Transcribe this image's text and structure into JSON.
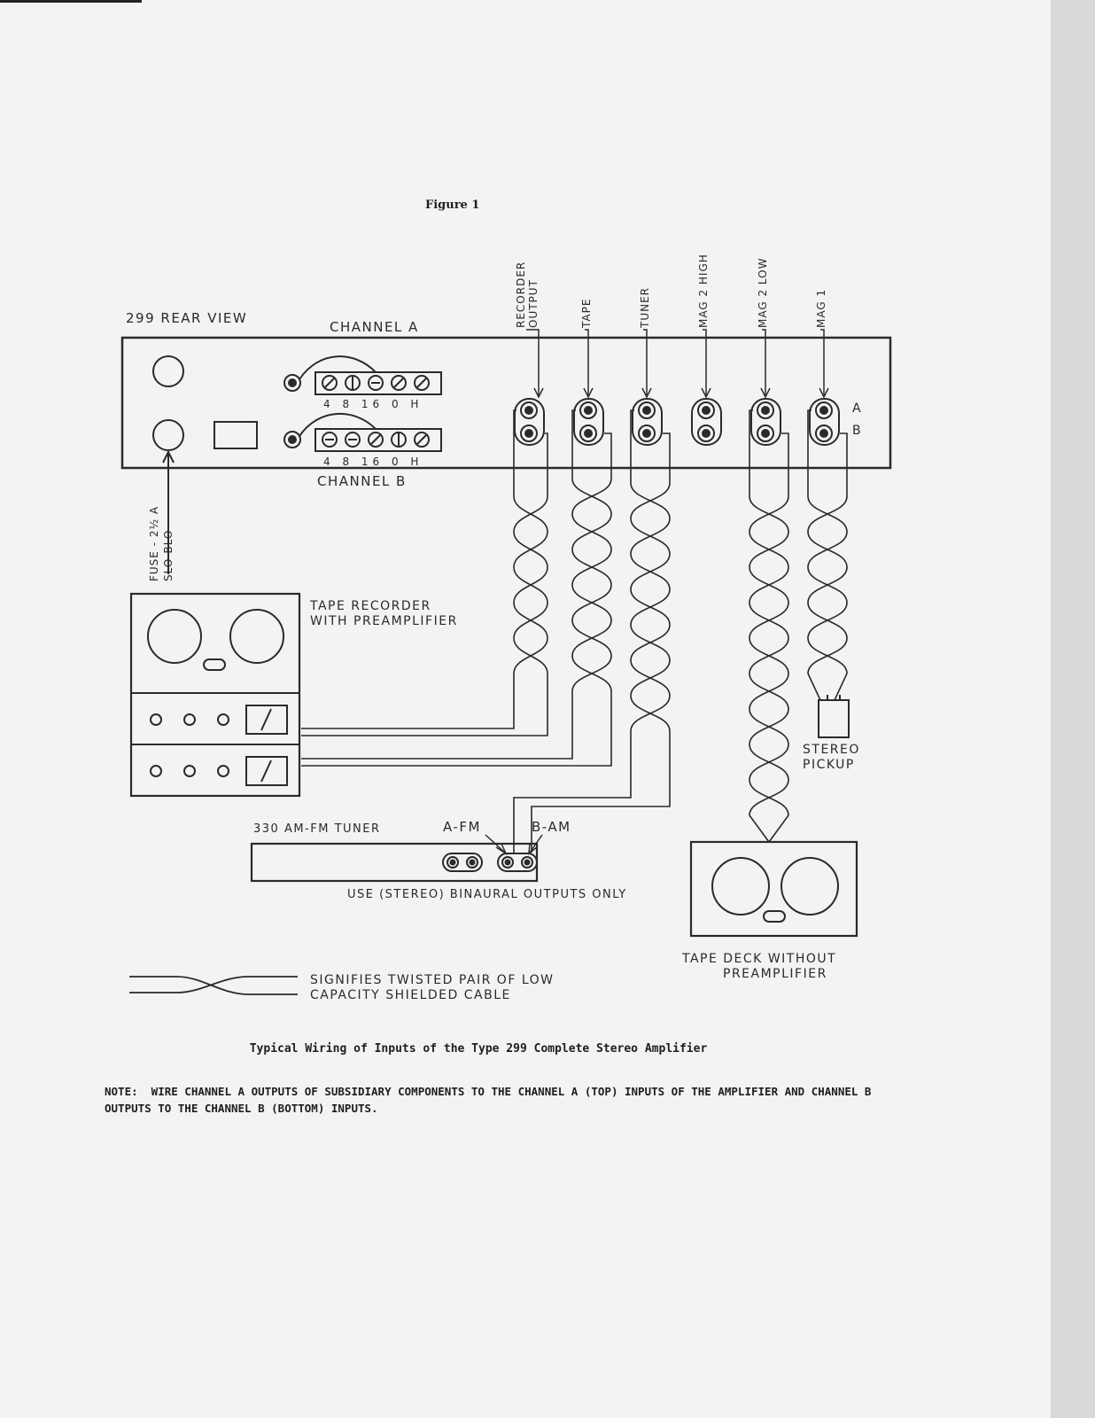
{
  "figure_title": "Figure 1",
  "rear_view_label": "299 REAR VIEW",
  "channel_a_label": "CHANNEL A",
  "channel_b_label": "CHANNEL B",
  "speaker_terminals": "4 8 16 0 H",
  "fuse_label_line1": "FUSE - 2½ A",
  "fuse_label_line2": "SLO-BLO",
  "input_labels": {
    "recorder_output_line1": "RECORDER",
    "recorder_output_line2": "OUTPUT",
    "tape": "TAPE",
    "tuner": "TUNER",
    "mag2_high": "MAG 2 HIGH",
    "mag2_low": "MAG 2 LOW",
    "mag1": "MAG 1"
  },
  "jack_a": "A",
  "jack_b": "B",
  "tape_recorder_line1": "TAPE RECORDER",
  "tape_recorder_line2": "WITH PREAMPLIFIER",
  "stereo_pickup_line1": "STEREO",
  "stereo_pickup_line2": "PICKUP",
  "tuner_label": "330 AM-FM TUNER",
  "a_fm": "A-FM",
  "b_am": "B-AM",
  "binaural_note": "USE (STEREO) BINAURAL OUTPUTS ONLY",
  "tape_deck_line1": "TAPE DECK WITHOUT",
  "tape_deck_line2": "PREAMPLIFIER",
  "legend_line1": "SIGNIFIES TWISTED PAIR OF LOW",
  "legend_line2": "CAPACITY SHIELDED CABLE",
  "caption": "Typical Wiring of Inputs of the Type 299 Complete Stereo Amplifier",
  "note": "NOTE:  WIRE CHANNEL A OUTPUTS OF SUBSIDIARY COMPONENTS TO THE CHANNEL A (TOP) INPUTS OF THE AMPLIFIER AND CHANNEL B OUTPUTS TO THE CHANNEL B (BOTTOM) INPUTS."
}
